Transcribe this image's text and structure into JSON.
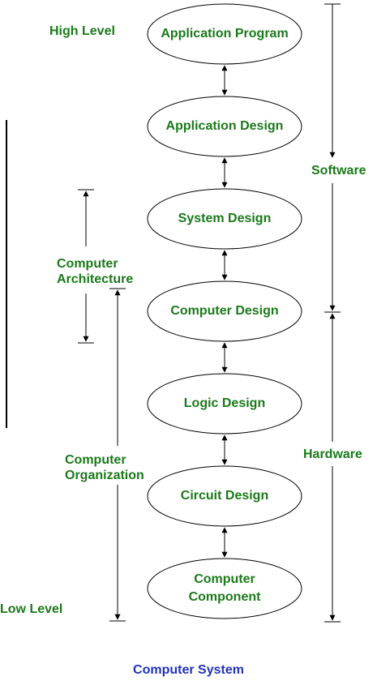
{
  "nodes": [
    {
      "id": "application-program",
      "label": "Application Program"
    },
    {
      "id": "application-design",
      "label": "Application Design"
    },
    {
      "id": "system-design",
      "label": "System Design"
    },
    {
      "id": "computer-design",
      "label": "Computer Design"
    },
    {
      "id": "logic-design",
      "label": "Logic Design"
    },
    {
      "id": "circuit-design",
      "label": "Circuit Design"
    },
    {
      "id": "computer-component",
      "label": "Computer\nComponent"
    }
  ],
  "levels": {
    "high": "High Level",
    "low": "Low Level"
  },
  "ranges": {
    "architecture": "Computer\nArchitecture",
    "organization": "Computer\nOrganization",
    "software": "Software",
    "hardware": "Hardware"
  },
  "footer": "Computer System",
  "colors": {
    "label": "#1a7a1a",
    "footer": "#2233bb",
    "stroke": "#000000"
  }
}
